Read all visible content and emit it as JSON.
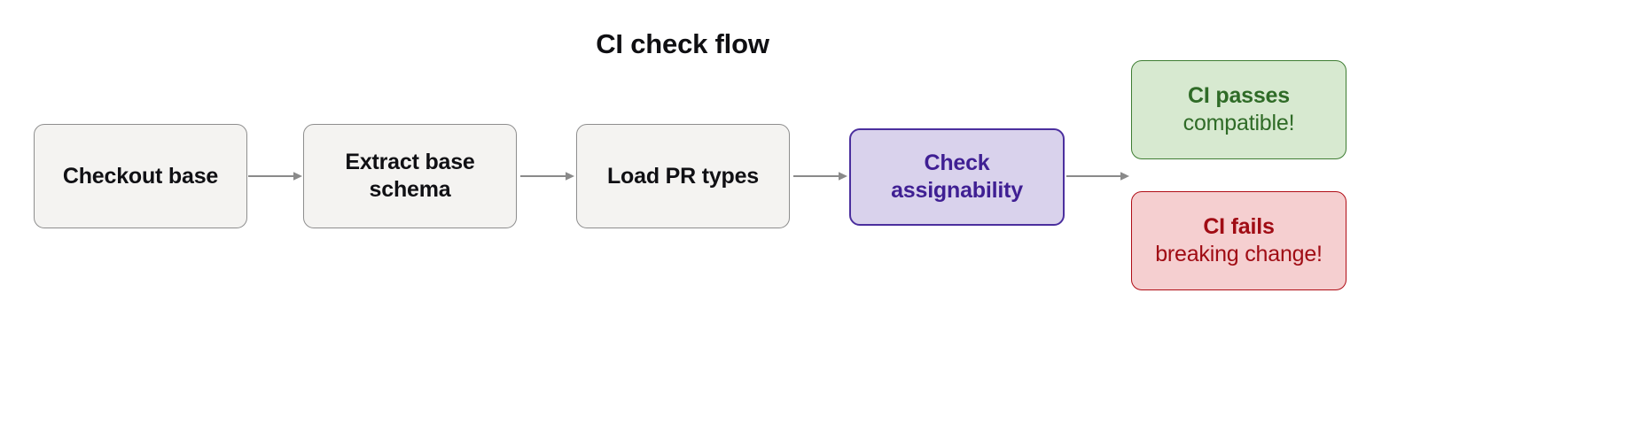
{
  "diagram": {
    "title": "CI check flow",
    "type": "flowchart",
    "direction": "left-to-right",
    "colors": {
      "process_fill": "#f4f3f1",
      "process_border": "#8e8e8e",
      "process_text": "#101014",
      "highlight_fill": "#d9d2ec",
      "highlight_border": "#4b2f9e",
      "highlight_text": "#3f1f93",
      "success_fill": "#d7e9d0",
      "success_border": "#3e7d32",
      "success_text": "#2f6b27",
      "danger_fill": "#f5cfd0",
      "danger_border": "#b00d16",
      "danger_text": "#a00c14",
      "arrow": "#8a8a8a",
      "background": "#ffffff"
    },
    "nodes": [
      {
        "id": "checkout-base",
        "label": "Checkout base",
        "sub": "",
        "style": "process"
      },
      {
        "id": "extract-schema",
        "label": "Extract base",
        "sub": "schema",
        "style": "process"
      },
      {
        "id": "load-pr-types",
        "label": "Load PR types",
        "sub": "",
        "style": "process"
      },
      {
        "id": "check-assignability",
        "label": "Check",
        "sub": "assignability",
        "style": "highlight"
      },
      {
        "id": "ci-passes",
        "label": "CI passes",
        "sub": "compatible!",
        "style": "success"
      },
      {
        "id": "ci-fails",
        "label": "CI fails",
        "sub": "breaking change!",
        "style": "danger"
      }
    ],
    "edges": [
      {
        "id": "edge-1",
        "from": "checkout-base",
        "to": "extract-schema",
        "label": ""
      },
      {
        "id": "edge-2",
        "from": "extract-schema",
        "to": "load-pr-types",
        "label": ""
      },
      {
        "id": "edge-3",
        "from": "load-pr-types",
        "to": "check-assignability",
        "label": ""
      },
      {
        "id": "edge-4",
        "from": "check-assignability",
        "to": "ci-passes",
        "label": ""
      }
    ]
  }
}
